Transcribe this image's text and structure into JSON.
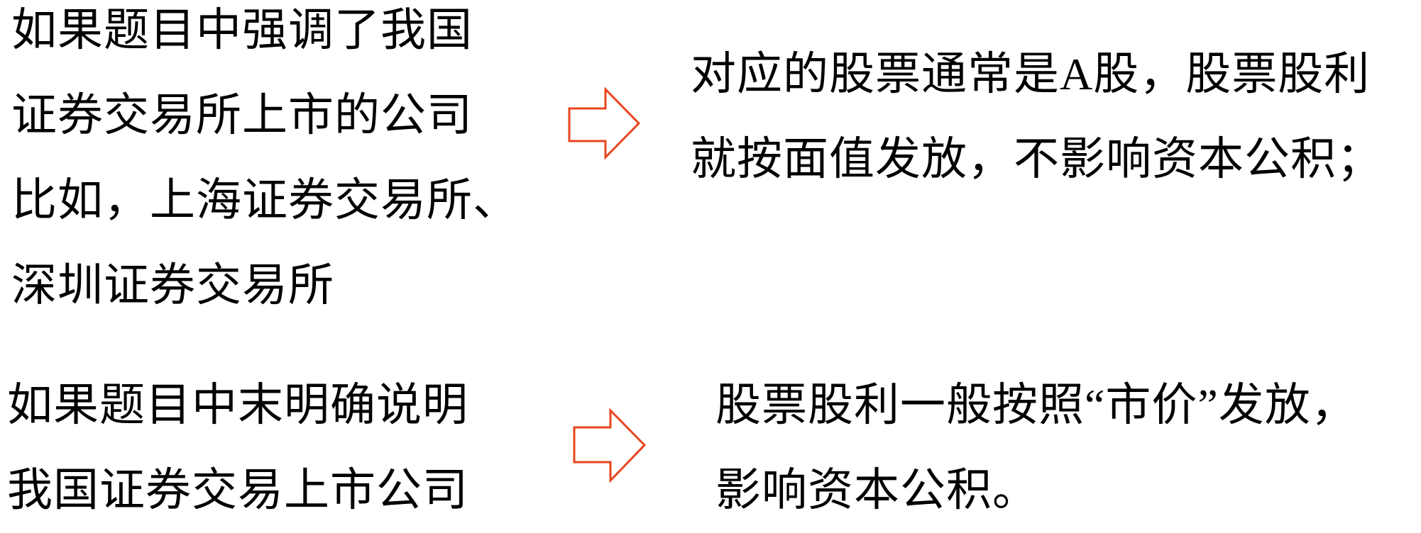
{
  "rules": [
    {
      "condition_lines": [
        "如果题目中强调了我国",
        "证券交易所上市的公司",
        "比如，上海证券交易所、",
        "深圳证券交易所"
      ],
      "arrow_icon": "hollow-right-arrow",
      "result_lines": [
        "对应的股票通常是A股，股票股利",
        "就按面值发放，不影响资本公积；"
      ]
    },
    {
      "condition_lines": [
        "如果题目中末明确说明",
        "我国证券交易上市公司"
      ],
      "arrow_icon": "hollow-right-arrow",
      "result_lines": [
        "股票股利一般按照“市价”发放，",
        "影响资本公积。"
      ]
    }
  ],
  "colors": {
    "text": "#000000",
    "arrow_stroke": "#E8461E",
    "background": "#FFFFFF"
  }
}
